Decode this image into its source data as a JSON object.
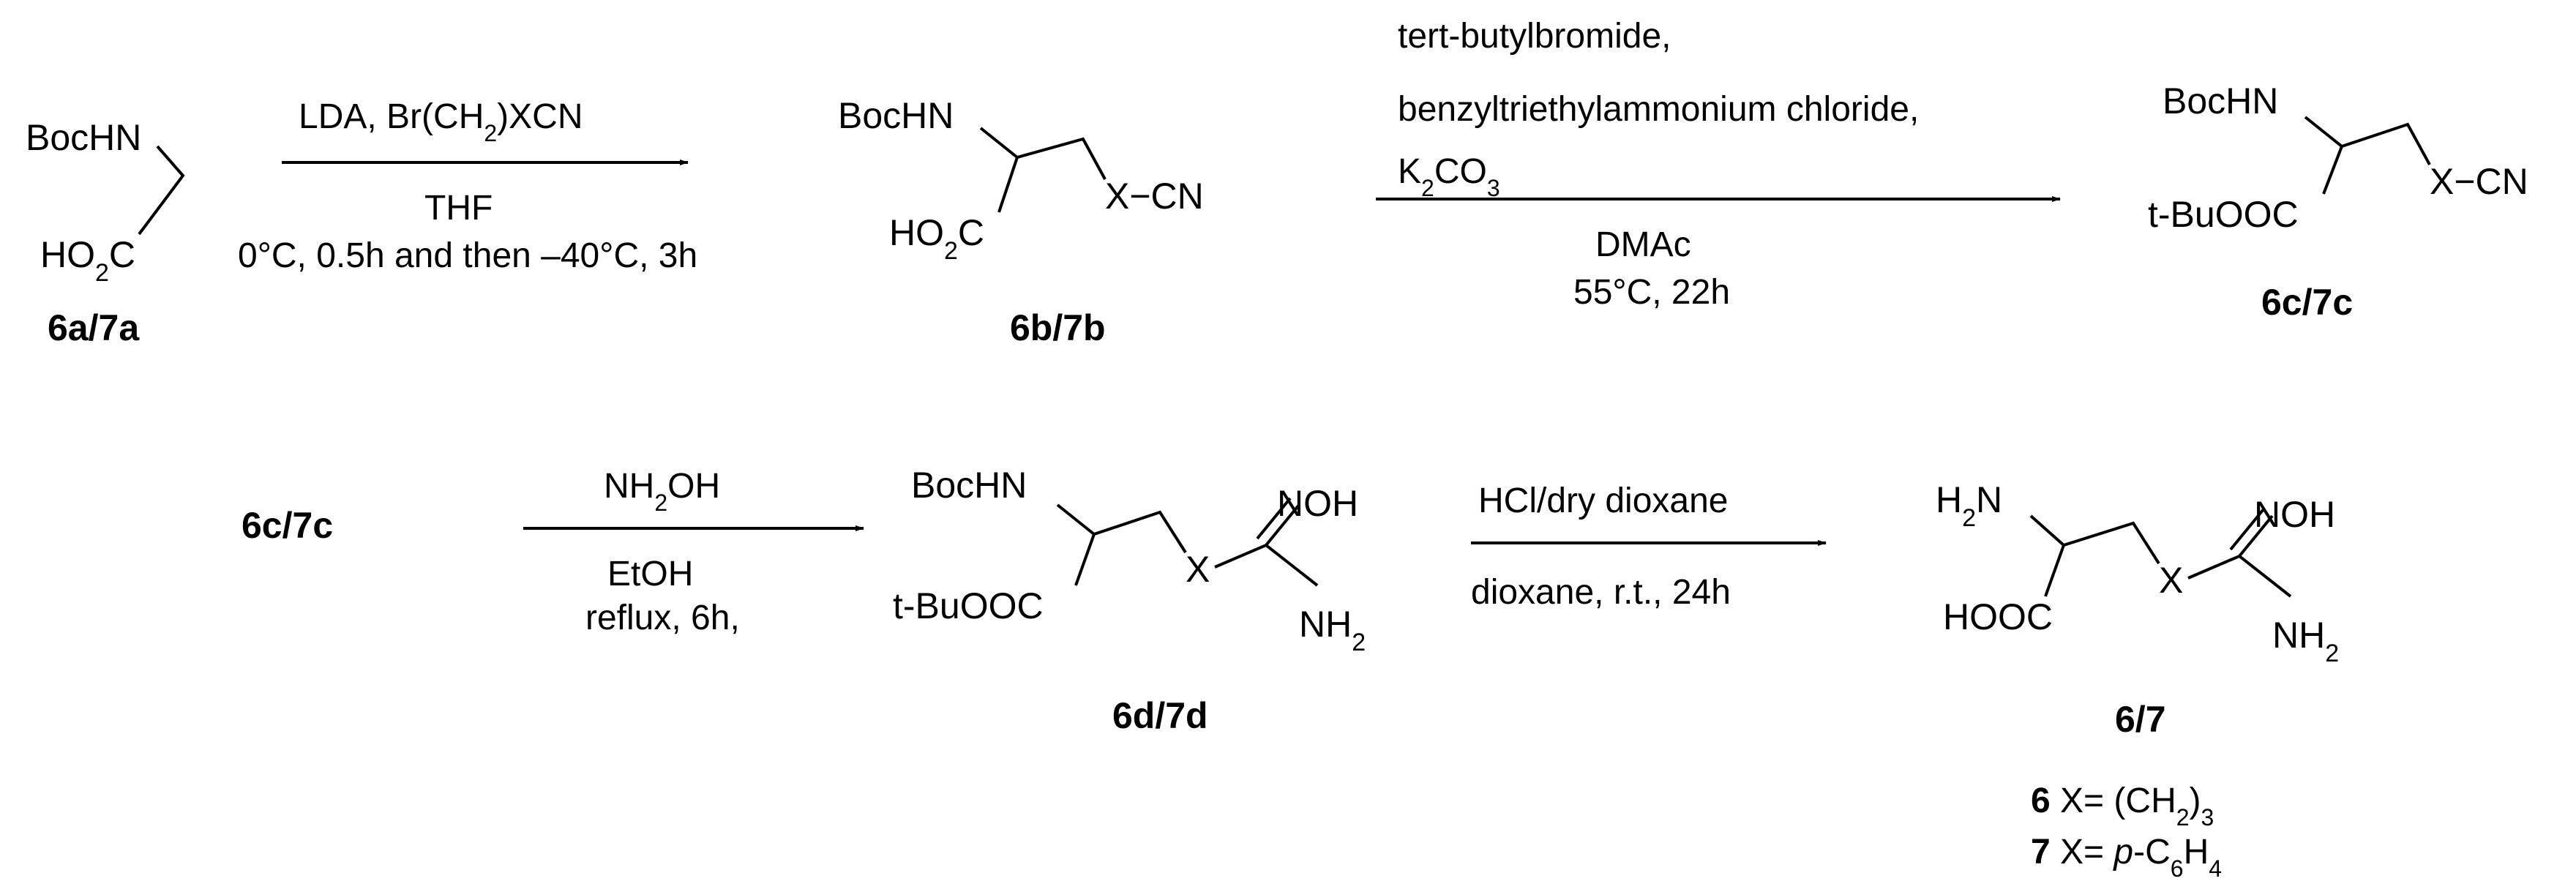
{
  "scheme": {
    "compounds": {
      "c6a7a": {
        "id": "6a/7a",
        "bochn": "BocHN",
        "acid": {
          "a": "HO",
          "s": "2",
          "b": "C"
        }
      },
      "c6b7b": {
        "id": "6b/7b",
        "bochn": "BocHN",
        "acid": {
          "a": "HO",
          "s": "2",
          "b": "C"
        },
        "chain": "X−CN"
      },
      "c6c7c": {
        "id": "6c/7c",
        "bochn": "BocHN",
        "ester": "t-BuOOC",
        "chain": "X−CN"
      },
      "c6c7c_start": {
        "id": "6c/7c"
      },
      "c6d7d": {
        "id": "6d/7d",
        "bochn": "BocHN",
        "ester": "t-BuOOC",
        "x": "X",
        "noh": "NOH",
        "nh2": {
          "a": "NH",
          "s": "2"
        }
      },
      "c67": {
        "id": "6/7",
        "amine": {
          "a": "H",
          "s": "2",
          "b": "N"
        },
        "acid": "HOOC",
        "x": "X",
        "noh": "NOH",
        "nh2": {
          "a": "NH",
          "s": "2"
        }
      }
    },
    "steps": [
      {
        "above": [
          {
            "a": "LDA, Br(CH",
            "s": "2",
            "b": ")XCN"
          }
        ],
        "below": [
          "THF",
          "0°C, 0.5h and then –40°C, 3h"
        ]
      },
      {
        "above": [
          "tert-butylbromide,",
          "benzyltriethylammonium chloride,",
          {
            "a": "K",
            "s": "2",
            "b": "CO",
            "s2": "3"
          }
        ],
        "below": [
          "DMAc",
          "55°C, 22h"
        ]
      },
      {
        "above": [
          {
            "a": "NH",
            "s": "2",
            "b": "OH"
          }
        ],
        "below": [
          "EtOH",
          "reflux, 6h,"
        ]
      },
      {
        "above": [
          "HCl/dry dioxane"
        ],
        "below": [
          "dioxane, r.t., 24h"
        ]
      }
    ],
    "legend": [
      {
        "num": "6",
        "a": " X= (CH",
        "s": "2",
        "b": ")",
        "s2": "3"
      },
      {
        "num": "7",
        "a": " X= ",
        "i": "p",
        "b": "-C",
        "s": "6",
        "c": "H",
        "s2": "4"
      }
    ]
  }
}
